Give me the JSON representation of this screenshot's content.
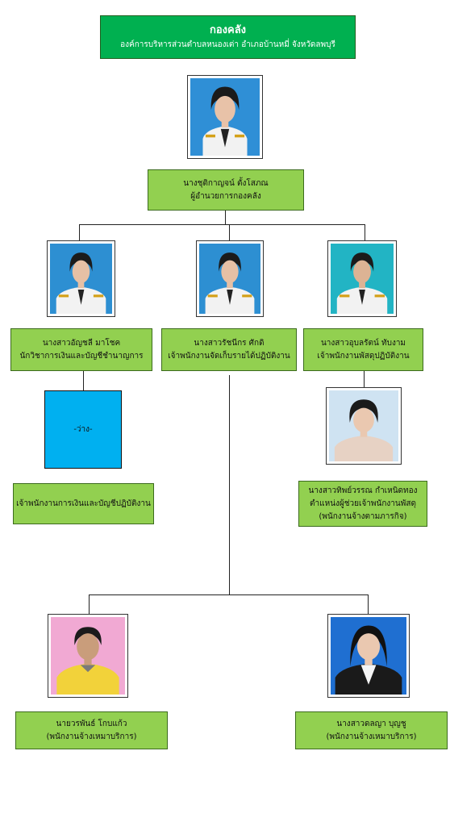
{
  "header": {
    "title": "กองคลัง",
    "subtitle": "องค์การบริหารส่วนตำบลหนองเต่า อำเภอบ้านหมี่ จังหวัดลพบุรี"
  },
  "director": {
    "name": "นางชุติกาญจน์ ตั้งโสภณ",
    "position": "ผู้อำนวยการกองคลัง"
  },
  "staff_left": {
    "name": "นางสาวอัญชลี มาโชค",
    "position": "นักวิชาการเงินและบัญชีชำนาญการ"
  },
  "staff_middle": {
    "name": "นางสาวรัชนีกร ศักดิ",
    "position": "เจ้าพนักงานจัดเก็บรายได้ปฏิบัติงาน"
  },
  "staff_right": {
    "name": "นางสาวอุบลรัตน์ ทับงาม",
    "position": "เจ้าพนักงานพัสดุปฏิบัติงาน"
  },
  "vacant": {
    "label": "-ว่าง-",
    "position": "เจ้าพนักงานการเงินและบัญชีปฏิบัติงาน"
  },
  "assistant": {
    "name": "นางสาวทิพย์วรรณ กำเหนิดทอง",
    "position": "ตำแหน่งผู้ช่วยเจ้าพนักงานพัสดุ",
    "type": "(พนักงานจ้างตามภารกิจ)"
  },
  "service_left": {
    "name": "นายวรพันธ์ โกบแก้ว",
    "type": "(พนักงานจ้างเหมาบริการ)"
  },
  "service_right": {
    "name": "นางสาวดลญา บุญชู",
    "type": "(พนักงานจ้างเหมาบริการ)"
  },
  "colors": {
    "header_bg": "#00b050",
    "box_bg": "#92d050",
    "vacant_bg": "#00b0f0"
  }
}
